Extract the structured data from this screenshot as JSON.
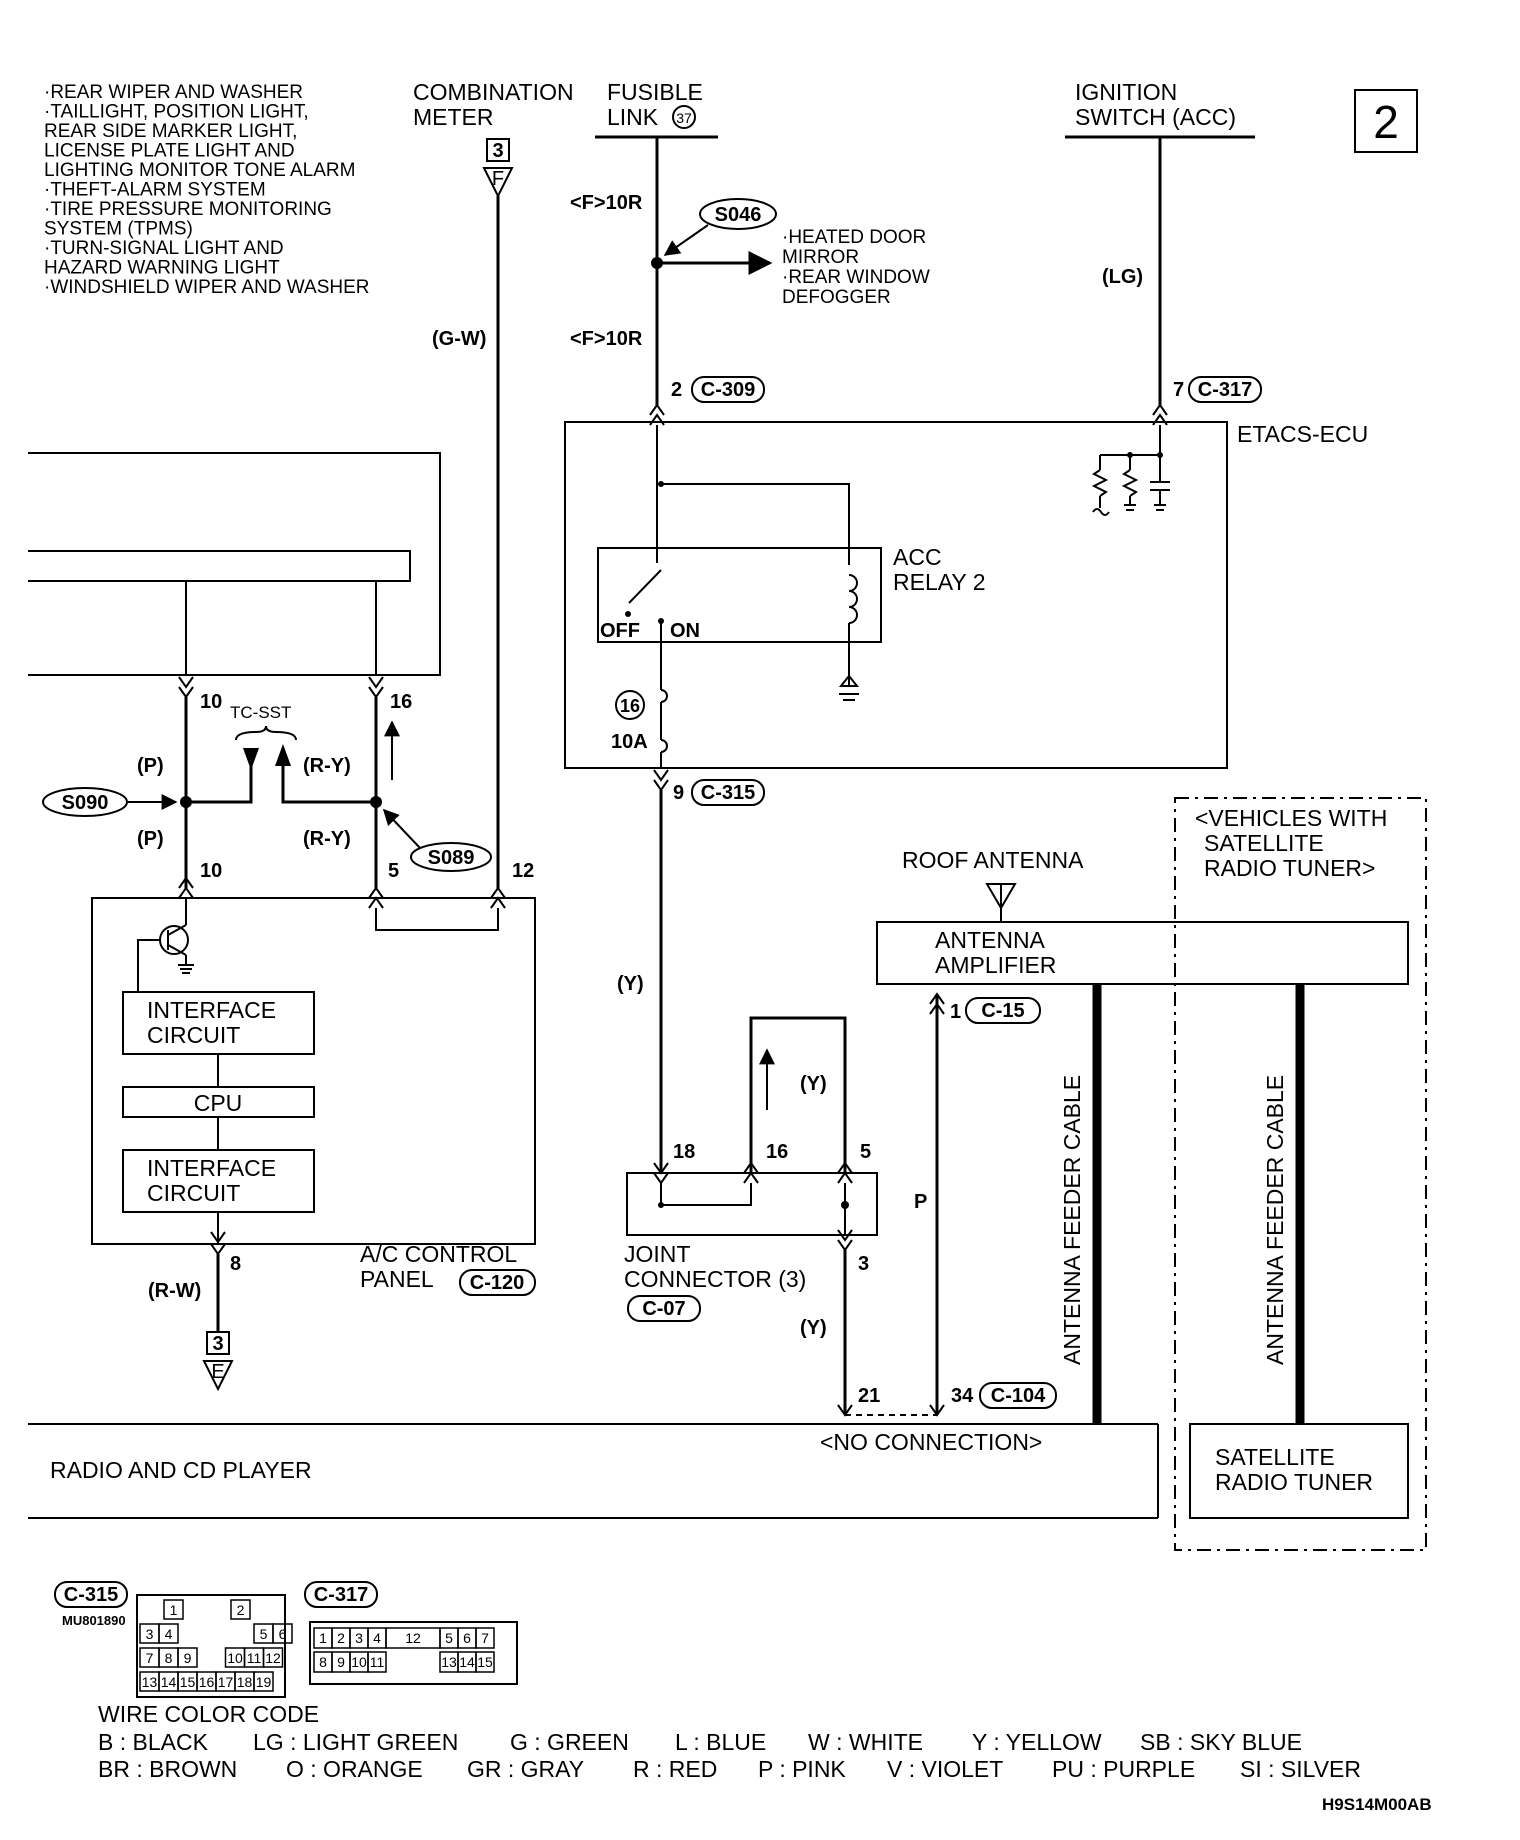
{
  "page_number": "2",
  "doc_code": "H9S14M00AB",
  "systems_list": [
    "·REAR WIPER AND WASHER",
    "·TAILLIGHT, POSITION LIGHT,",
    " REAR SIDE MARKER LIGHT,",
    " LICENSE PLATE LIGHT AND",
    " LIGHTING MONITOR TONE ALARM",
    "·THEFT-ALARM SYSTEM",
    "·TIRE PRESSURE MONITORING",
    " SYSTEM (TPMS)",
    "·TURN-SIGNAL LIGHT AND",
    " HAZARD WARNING LIGHT",
    "·WINDSHIELD WIPER AND WASHER"
  ],
  "top": {
    "combination_meter": [
      "COMBINATION",
      "METER"
    ],
    "meter_ref_num": "3",
    "meter_ref_letter": "F",
    "fusible_link": [
      "FUSIBLE",
      "LINK"
    ],
    "fusible_link_no": "37",
    "ignition": [
      "IGNITION",
      "SWITCH (ACC)"
    ]
  },
  "wires": {
    "gw": "(G-W)",
    "f10r_top": "<F>10R",
    "f10r_bottom": "<F>10R",
    "lg": "(LG)",
    "p_upper": "(P)",
    "p_lower": "(P)",
    "ry_upper": "(R-Y)",
    "ry_lower": "(R-Y)",
    "rw": "(R-W)",
    "y_mid": "(Y)",
    "y_joint": "(Y)",
    "y_low": "(Y)",
    "p_right": "P"
  },
  "splices": {
    "s046": "S046",
    "s090": "S090",
    "s089": "S089"
  },
  "s046_targets": [
    "·HEATED DOOR",
    " MIRROR",
    "·REAR WINDOW",
    " DEFOGGER"
  ],
  "pins": {
    "c309_pin": "2",
    "c309": "C-309",
    "c317_pin": "7",
    "c317": "C-317",
    "c315_pin": "9",
    "c315": "C-315",
    "ac_10_top": "10",
    "ac_16_top": "16",
    "ac_10": "10",
    "ac_5": "5",
    "ac_12": "12",
    "ac_8": "8",
    "jc_18": "18",
    "jc_16": "16",
    "jc_5": "5",
    "jc_3": "3",
    "c15_pin": "1",
    "c15": "C-15",
    "r21": "21",
    "c104_pin": "34",
    "c104": "C-104"
  },
  "etacs": {
    "name": "ETACS-ECU",
    "relay": [
      "ACC",
      "RELAY 2"
    ],
    "off": "OFF",
    "on": "ON",
    "fuse_no": "16",
    "fuse_amp": "10A"
  },
  "tc_sst": "TC-SST",
  "ac_panel": {
    "interface1": [
      "INTERFACE",
      "CIRCUIT"
    ],
    "cpu": "CPU",
    "interface2": [
      "INTERFACE",
      "CIRCUIT"
    ],
    "name": [
      "A/C CONTROL",
      "PANEL"
    ],
    "conn": "C-120",
    "ref_num": "3",
    "ref_letter": "E"
  },
  "joint_connector": {
    "name": [
      "JOINT",
      "CONNECTOR (3)"
    ],
    "conn": "C-07"
  },
  "antenna": {
    "roof": "ROOF ANTENNA",
    "amp": [
      "ANTENNA",
      "AMPLIFIER"
    ],
    "feeder1": "ANTENNA FEEDER CABLE",
    "feeder2": "ANTENNA FEEDER CABLE"
  },
  "satellite": {
    "header": [
      "<VEHICLES WITH",
      "SATELLITE",
      "RADIO TUNER>"
    ],
    "tuner": [
      "SATELLITE",
      "RADIO TUNER"
    ]
  },
  "radio": {
    "name": "RADIO AND CD PLAYER",
    "no_connection": "<NO CONNECTION>"
  },
  "connectors": {
    "c315_label": "C-315",
    "c315_part": "MU801890",
    "c315_rows": [
      [
        "1",
        "2"
      ],
      [
        "3",
        "4",
        "5",
        "6"
      ],
      [
        "7",
        "8",
        "9",
        "10",
        "11",
        "12"
      ],
      [
        "13",
        "14",
        "15",
        "16",
        "17",
        "18",
        "19"
      ]
    ],
    "c317_label": "C-317",
    "c317_rows": [
      [
        "1",
        "2",
        "3",
        "4",
        "12",
        "5",
        "6",
        "7"
      ],
      [
        "8",
        "9",
        "10",
        "11",
        "13",
        "14",
        "15"
      ]
    ]
  },
  "wire_colors": {
    "title": "WIRE COLOR CODE",
    "row1": [
      "B : BLACK",
      "LG : LIGHT GREEN",
      "G : GREEN",
      "L : BLUE",
      "W : WHITE",
      "Y : YELLOW",
      "SB : SKY BLUE"
    ],
    "row2": [
      "BR : BROWN",
      "O : ORANGE",
      "GR : GRAY",
      "R : RED",
      "P : PINK",
      "V : VIOLET",
      "PU : PURPLE",
      "SI : SILVER"
    ]
  }
}
